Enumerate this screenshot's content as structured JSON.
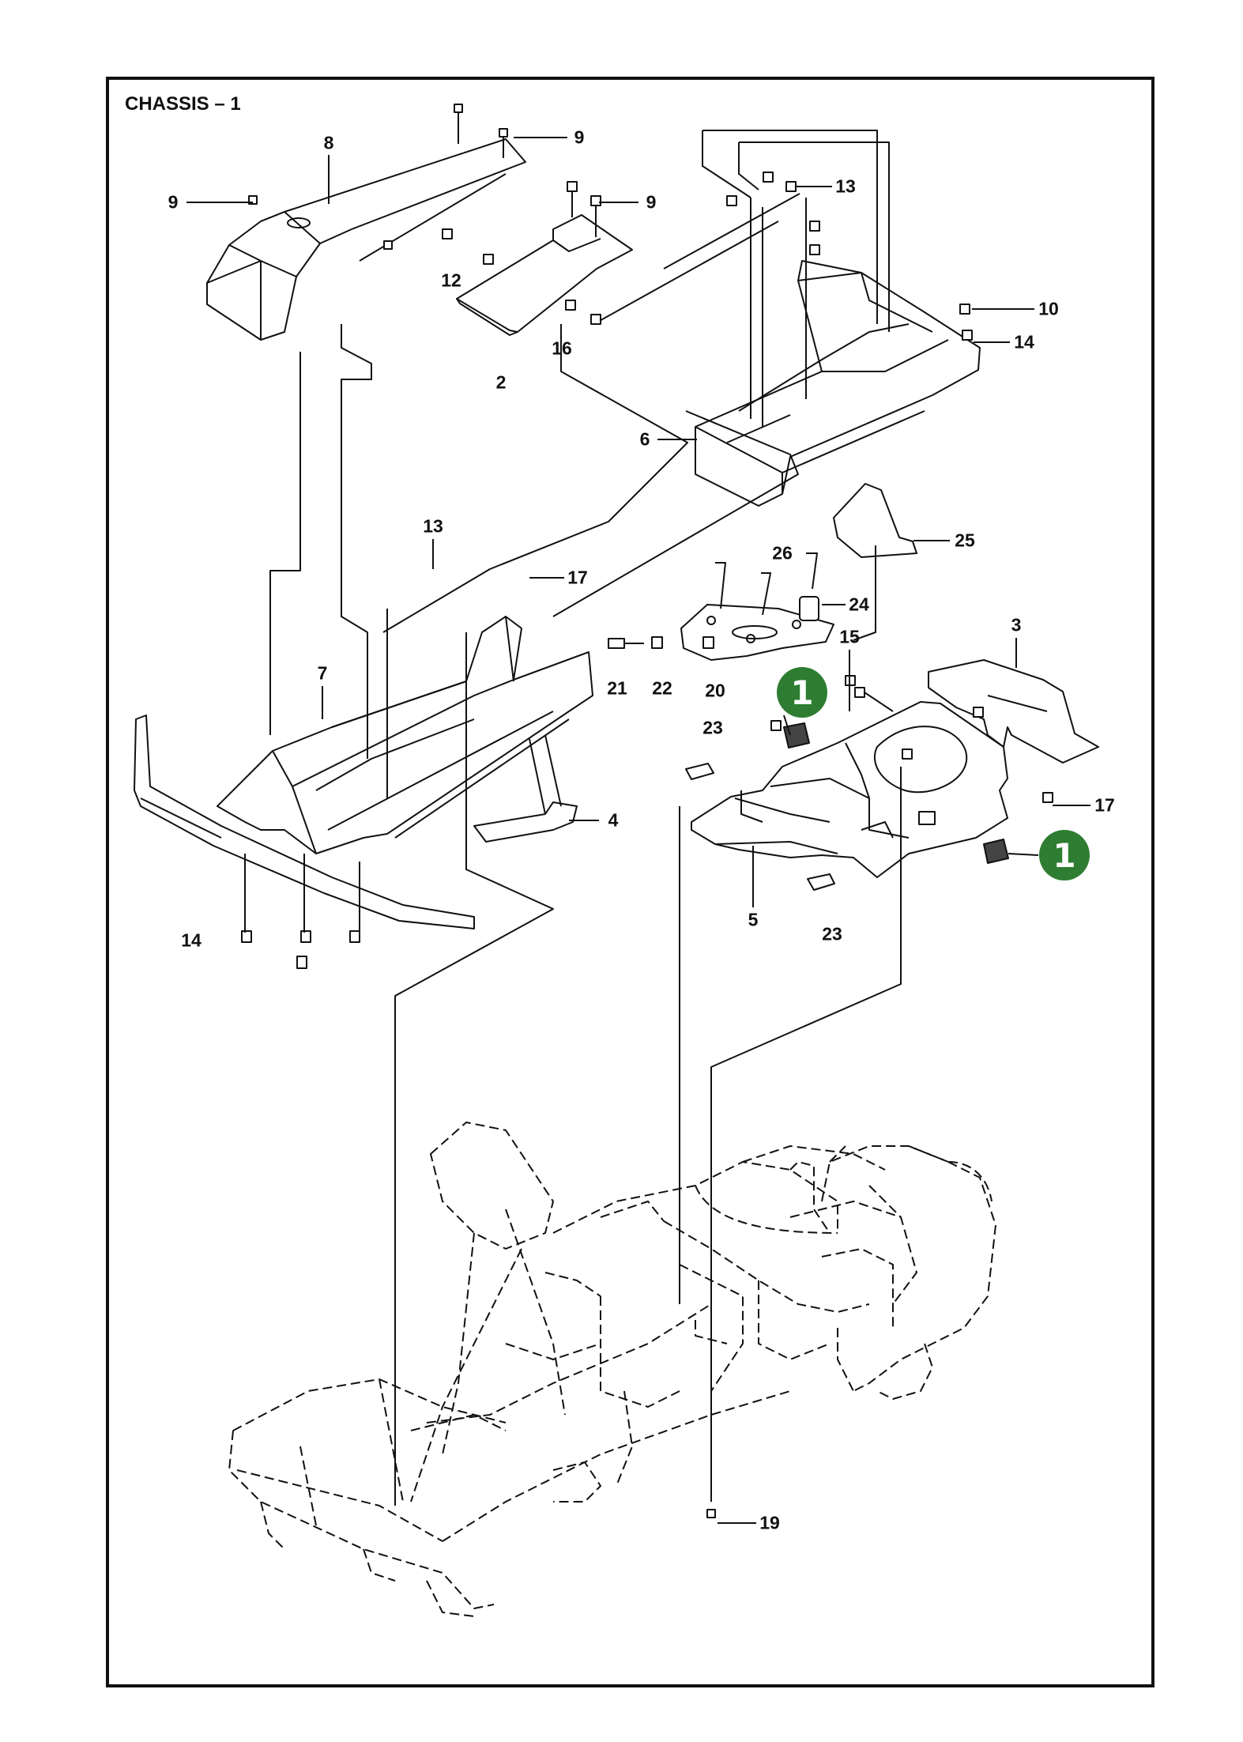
{
  "diagram": {
    "title": "CHASSIS – 1",
    "accent_color": "#2e7d32",
    "callouts": [
      {
        "id": "c8",
        "text": "8"
      },
      {
        "id": "c9a",
        "text": "9"
      },
      {
        "id": "c9b",
        "text": "9"
      },
      {
        "id": "c9c",
        "text": "9"
      },
      {
        "id": "c12",
        "text": "12"
      },
      {
        "id": "c16",
        "text": "16"
      },
      {
        "id": "c2",
        "text": "2"
      },
      {
        "id": "c13a",
        "text": "13"
      },
      {
        "id": "c10",
        "text": "10"
      },
      {
        "id": "c14a",
        "text": "14"
      },
      {
        "id": "c6",
        "text": "6"
      },
      {
        "id": "c25",
        "text": "25"
      },
      {
        "id": "c26",
        "text": "26"
      },
      {
        "id": "c24",
        "text": "24"
      },
      {
        "id": "c13b",
        "text": "13"
      },
      {
        "id": "c17a",
        "text": "17"
      },
      {
        "id": "c3",
        "text": "3"
      },
      {
        "id": "c15",
        "text": "15"
      },
      {
        "id": "c7",
        "text": "7"
      },
      {
        "id": "c21",
        "text": "21"
      },
      {
        "id": "c22",
        "text": "22"
      },
      {
        "id": "c20",
        "text": "20"
      },
      {
        "id": "c23a",
        "text": "23"
      },
      {
        "id": "c17b",
        "text": "17"
      },
      {
        "id": "c4",
        "text": "4"
      },
      {
        "id": "c5",
        "text": "5"
      },
      {
        "id": "c23b",
        "text": "23"
      },
      {
        "id": "c14b",
        "text": "14"
      },
      {
        "id": "c19",
        "text": "19"
      }
    ],
    "badges": [
      {
        "id": "b1",
        "text": "1"
      },
      {
        "id": "b2",
        "text": "1"
      }
    ]
  }
}
